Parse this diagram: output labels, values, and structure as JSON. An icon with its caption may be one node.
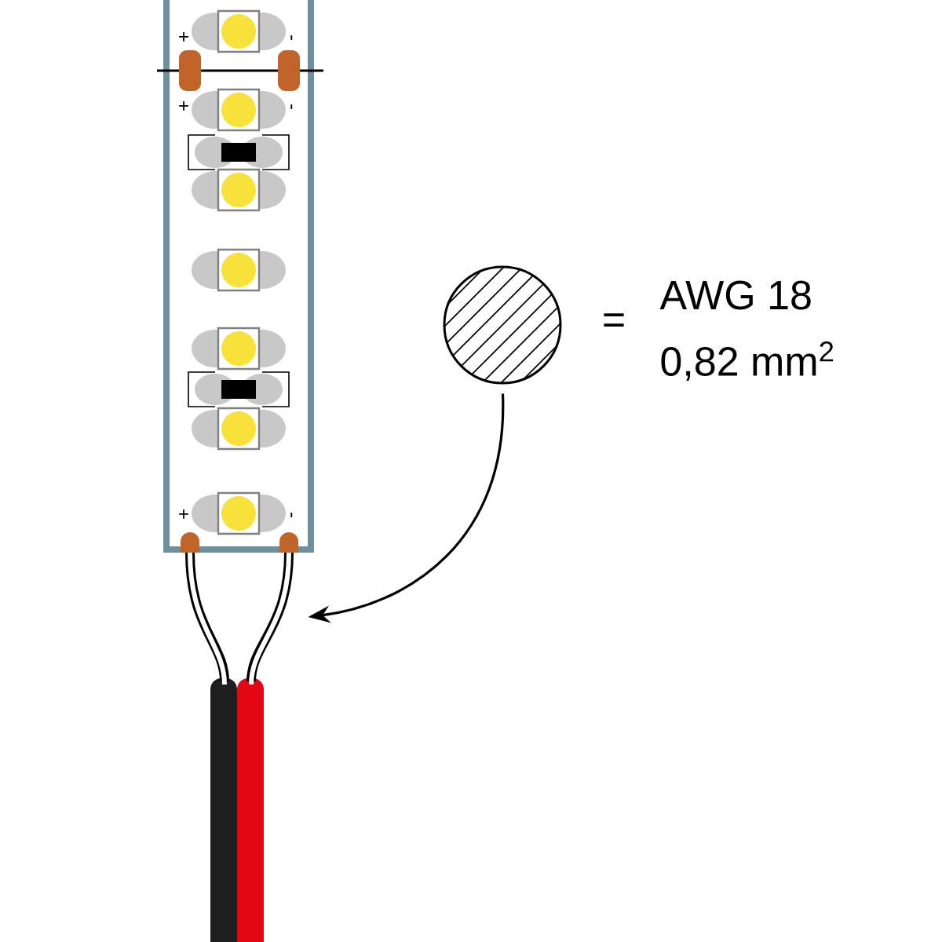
{
  "diagram": {
    "nodes": [
      {
        "text": [],
        "shape": "circle"
      },
      {
        "text": [],
        "shape": "picture"
      }
    ],
    "edges": [
      {
        "from": 0,
        "to": 1,
        "arrow": "to"
      }
    ],
    "labels": [
      "+",
      "-",
      "+",
      "-",
      "+",
      "-",
      "=",
      "AWG 18",
      "0,82 mm$^{2}$"
    ]
  }
}
